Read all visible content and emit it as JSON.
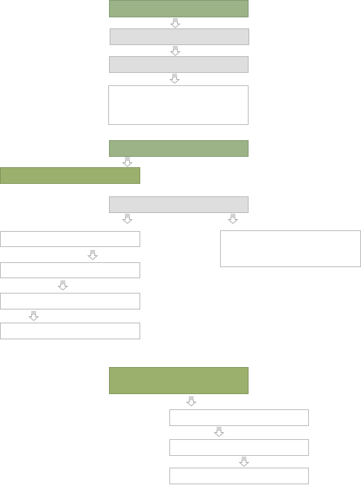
{
  "diagram": {
    "type": "flowchart",
    "colors": {
      "green_light": "#9bb386",
      "green_olive": "#9cb06d",
      "gray": "#dedede",
      "white": "#ffffff",
      "border": "#b5b5b5",
      "arrow_stroke": "#a6a6a6"
    },
    "nodes": [
      {
        "id": "n1",
        "text": ""
      },
      {
        "id": "n2",
        "text": ""
      },
      {
        "id": "n3",
        "text": ""
      },
      {
        "id": "n4",
        "text": ""
      },
      {
        "id": "n5",
        "text": ""
      },
      {
        "id": "n6",
        "text": ""
      },
      {
        "id": "n7",
        "text": ""
      },
      {
        "id": "n8",
        "text": ""
      },
      {
        "id": "n9",
        "text": ""
      },
      {
        "id": "n10",
        "text": ""
      },
      {
        "id": "n11",
        "text": ""
      },
      {
        "id": "n12",
        "text": ""
      },
      {
        "id": "n13",
        "text": ""
      },
      {
        "id": "n14",
        "text": ""
      },
      {
        "id": "n15",
        "text": ""
      },
      {
        "id": "n16",
        "text": ""
      }
    ],
    "arrow_icon": "down-arrow-icon"
  }
}
